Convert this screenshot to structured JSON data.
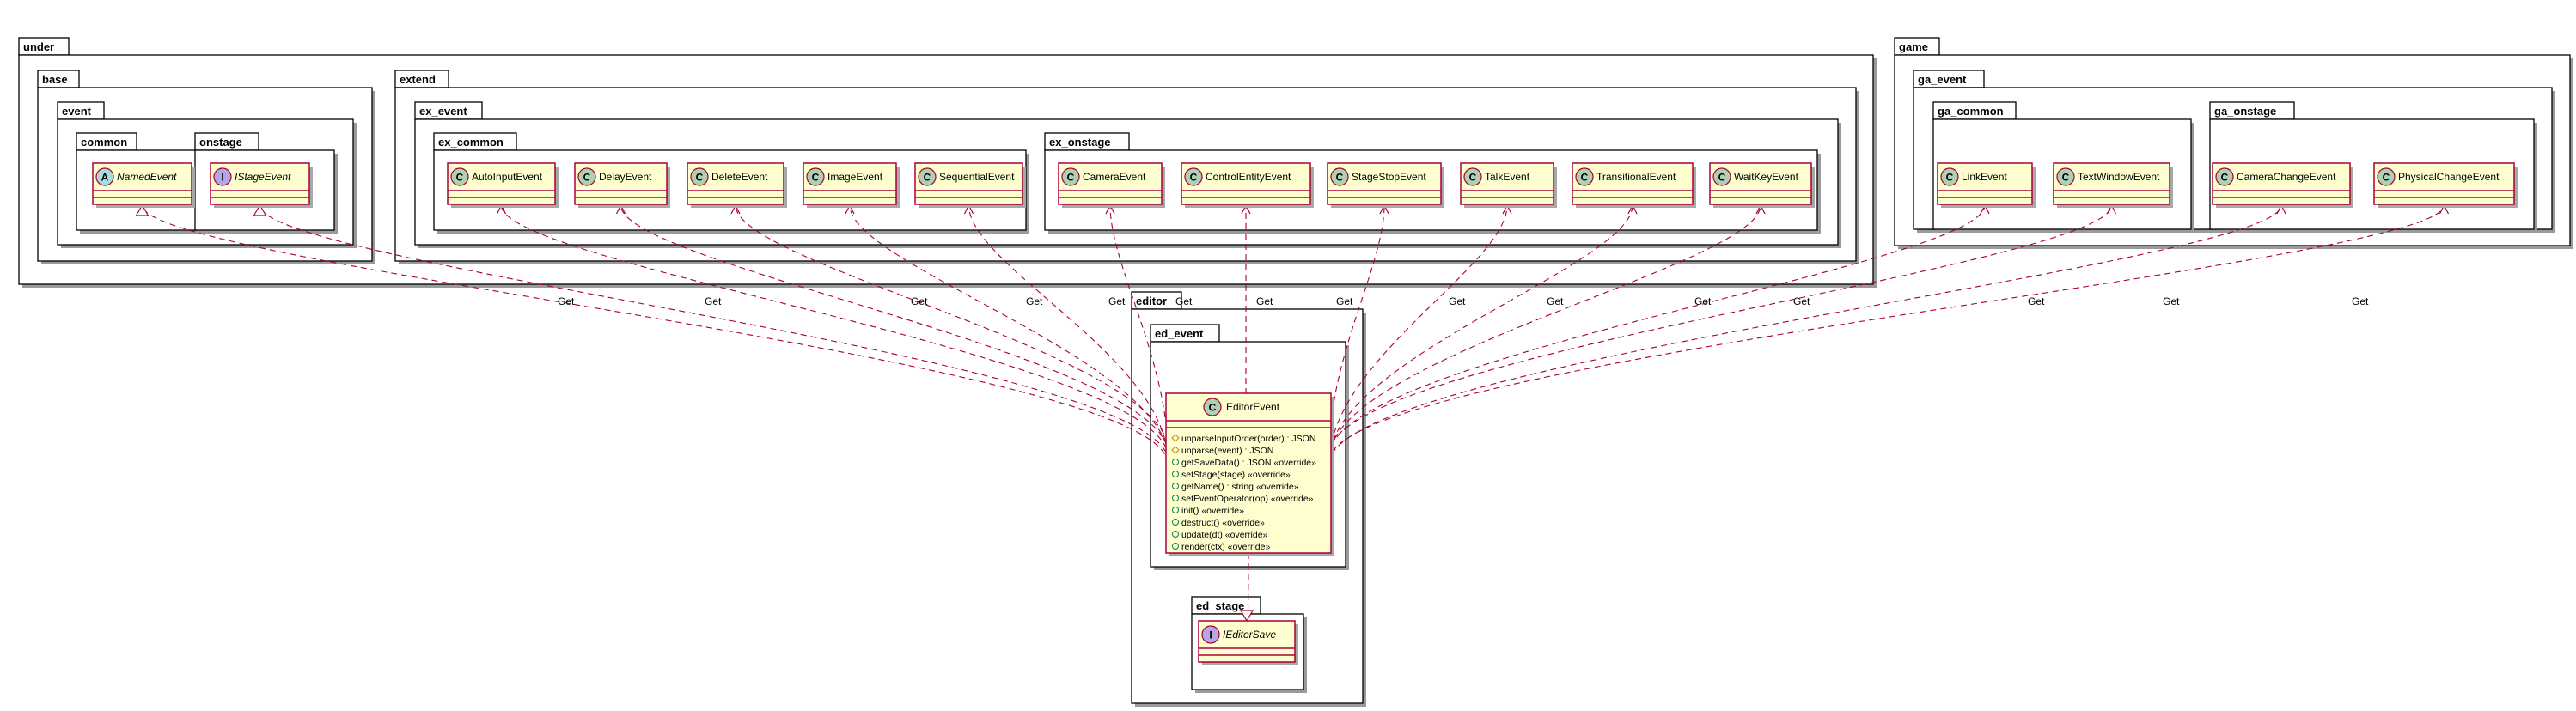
{
  "colors": {
    "class_fill": "#FEFECE",
    "class_border": "#A80036",
    "class_badge": "#ADD1B2",
    "abstract_badge": "#A9DCDF",
    "interface_badge": "#B4A7E5",
    "package_border": "#000000",
    "arrow": "#A80036"
  },
  "packages": [
    {
      "id": "under",
      "label": "under"
    },
    {
      "id": "base",
      "label": "base"
    },
    {
      "id": "event",
      "label": "event"
    },
    {
      "id": "common",
      "label": "common"
    },
    {
      "id": "onstage",
      "label": "onstage"
    },
    {
      "id": "extend",
      "label": "extend"
    },
    {
      "id": "ex_event",
      "label": "ex_event"
    },
    {
      "id": "ex_common",
      "label": "ex_common"
    },
    {
      "id": "ex_onstage",
      "label": "ex_onstage"
    },
    {
      "id": "game",
      "label": "game"
    },
    {
      "id": "ga_event",
      "label": "ga_event"
    },
    {
      "id": "ga_common",
      "label": "ga_common"
    },
    {
      "id": "ga_onstage",
      "label": "ga_onstage"
    },
    {
      "id": "editor",
      "label": "editor"
    },
    {
      "id": "ed_event",
      "label": "ed_event"
    },
    {
      "id": "ed_stage",
      "label": "ed_stage"
    }
  ],
  "classes": [
    {
      "id": "NamedEvent",
      "name": "NamedEvent",
      "stereotype": "A",
      "italic": true
    },
    {
      "id": "IStageEvent",
      "name": "IStageEvent",
      "stereotype": "I",
      "italic": true
    },
    {
      "id": "AutoInputEvent",
      "name": "AutoInputEvent",
      "stereotype": "C"
    },
    {
      "id": "DelayEvent",
      "name": "DelayEvent",
      "stereotype": "C"
    },
    {
      "id": "DeleteEvent",
      "name": "DeleteEvent",
      "stereotype": "C"
    },
    {
      "id": "ImageEvent",
      "name": "ImageEvent",
      "stereotype": "C"
    },
    {
      "id": "SequentialEvent",
      "name": "SequentialEvent",
      "stereotype": "C"
    },
    {
      "id": "CameraEvent",
      "name": "CameraEvent",
      "stereotype": "C"
    },
    {
      "id": "ControlEntityEvent",
      "name": "ControlEntityEvent",
      "stereotype": "C"
    },
    {
      "id": "StageStopEvent",
      "name": "StageStopEvent",
      "stereotype": "C"
    },
    {
      "id": "TalkEvent",
      "name": "TalkEvent",
      "stereotype": "C"
    },
    {
      "id": "TransitionalEvent",
      "name": "TransitionalEvent",
      "stereotype": "C"
    },
    {
      "id": "WaitKeyEvent",
      "name": "WaitKeyEvent",
      "stereotype": "C"
    },
    {
      "id": "LinkEvent",
      "name": "LinkEvent",
      "stereotype": "C"
    },
    {
      "id": "TextWindowEvent",
      "name": "TextWindowEvent",
      "stereotype": "C"
    },
    {
      "id": "CameraChangeEvent",
      "name": "CameraChangeEvent",
      "stereotype": "C"
    },
    {
      "id": "PhysicalChangeEvent",
      "name": "PhysicalChangeEvent",
      "stereotype": "C"
    },
    {
      "id": "EditorEvent",
      "name": "EditorEvent",
      "stereotype": "C",
      "members": [
        {
          "vis": "#",
          "text": "unparseInputOrder(order) : JSON"
        },
        {
          "vis": "#",
          "text": "unparse(event) : JSON"
        },
        {
          "vis": "+",
          "text": "getSaveData() : JSON «override»"
        },
        {
          "vis": "+",
          "text": "setStage(stage) «override»"
        },
        {
          "vis": "+",
          "text": "getName() : string «override»"
        },
        {
          "vis": "+",
          "text": "setEventOperator(op) «override»"
        },
        {
          "vis": "+",
          "text": "init() «override»"
        },
        {
          "vis": "+",
          "text": "destruct() «override»"
        },
        {
          "vis": "+",
          "text": "update(dt) «override»"
        },
        {
          "vis": "+",
          "text": "render(ctx) «override»"
        }
      ]
    },
    {
      "id": "IEditorSave",
      "name": "IEditorSave",
      "stereotype": "I",
      "italic": true
    }
  ],
  "relations": [
    {
      "from": "EditorEvent",
      "to": "NamedEvent",
      "kind": "extends",
      "label": ""
    },
    {
      "from": "EditorEvent",
      "to": "IStageEvent",
      "kind": "implements",
      "label": ""
    },
    {
      "from": "EditorEvent",
      "to": "AutoInputEvent",
      "kind": "uses",
      "label": "Get"
    },
    {
      "from": "EditorEvent",
      "to": "DelayEvent",
      "kind": "uses",
      "label": "Get"
    },
    {
      "from": "EditorEvent",
      "to": "DeleteEvent",
      "kind": "uses",
      "label": "Get"
    },
    {
      "from": "EditorEvent",
      "to": "ImageEvent",
      "kind": "uses",
      "label": "Get"
    },
    {
      "from": "EditorEvent",
      "to": "SequentialEvent",
      "kind": "uses",
      "label": "Get"
    },
    {
      "from": "EditorEvent",
      "to": "CameraEvent",
      "kind": "uses",
      "label": "Get"
    },
    {
      "from": "EditorEvent",
      "to": "ControlEntityEvent",
      "kind": "uses",
      "label": "Get"
    },
    {
      "from": "EditorEvent",
      "to": "StageStopEvent",
      "kind": "uses",
      "label": "Get"
    },
    {
      "from": "EditorEvent",
      "to": "TalkEvent",
      "kind": "uses",
      "label": "Get"
    },
    {
      "from": "EditorEvent",
      "to": "TransitionalEvent",
      "kind": "uses",
      "label": "Get"
    },
    {
      "from": "EditorEvent",
      "to": "WaitKeyEvent",
      "kind": "uses",
      "label": "Get"
    },
    {
      "from": "EditorEvent",
      "to": "LinkEvent",
      "kind": "uses",
      "label": "Get"
    },
    {
      "from": "EditorEvent",
      "to": "TextWindowEvent",
      "kind": "uses",
      "label": "Get"
    },
    {
      "from": "EditorEvent",
      "to": "CameraChangeEvent",
      "kind": "uses",
      "label": "Get"
    },
    {
      "from": "EditorEvent",
      "to": "PhysicalChangeEvent",
      "kind": "uses",
      "label": "Get"
    },
    {
      "from": "EditorEvent",
      "to": "IEditorSave",
      "kind": "implements",
      "label": ""
    }
  ]
}
